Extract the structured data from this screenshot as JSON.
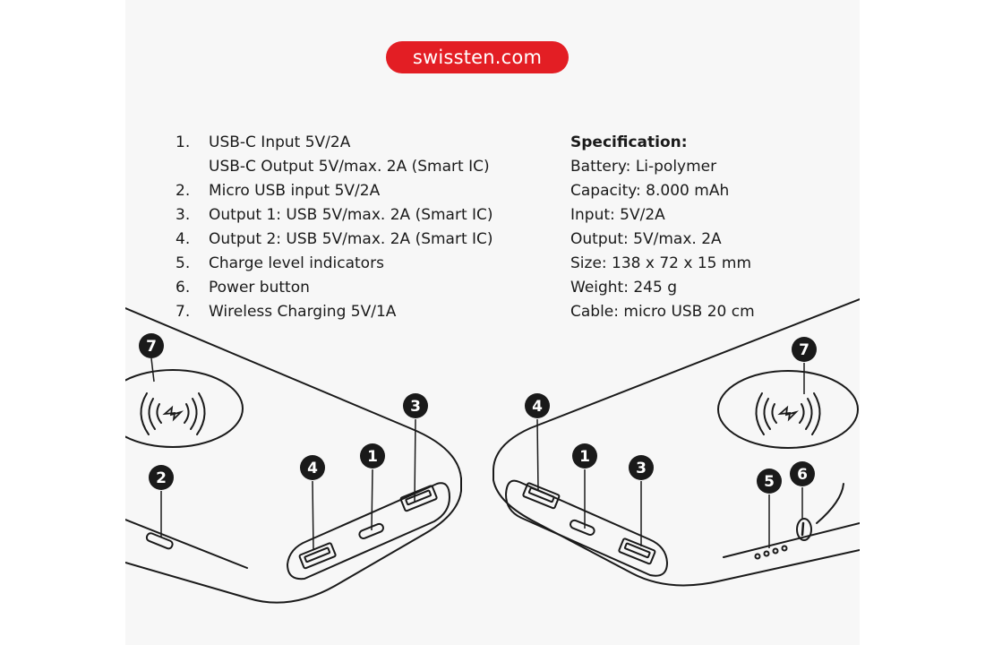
{
  "brand": {
    "label": "swissten.com",
    "color": "#e31e24"
  },
  "features": [
    {
      "num": "1.",
      "text": "USB-C Input 5V/2A",
      "continuation": "USB-C Output 5V/max. 2A (Smart IC)"
    },
    {
      "num": "2.",
      "text": "Micro USB input 5V/2A"
    },
    {
      "num": "3.",
      "text": "Output 1: USB 5V/max. 2A (Smart IC)"
    },
    {
      "num": "4.",
      "text": "Output 2: USB 5V/max. 2A (Smart IC)"
    },
    {
      "num": "5.",
      "text": "Charge level indicators"
    },
    {
      "num": "6.",
      "text": "Power button"
    },
    {
      "num": "7.",
      "text": "Wireless Charging 5V/1A"
    }
  ],
  "specification": {
    "title": "Specification:",
    "rows": [
      "Battery: Li-polymer",
      "Capacity: 8.000 mAh",
      "Input: 5V/2A",
      "Output: 5V/max. 2A",
      "Size: 138 x 72 x 15 mm",
      "Weight: 245 g",
      "Cable: micro USB 20 cm"
    ]
  },
  "callouts": {
    "left": {
      "wireless": "7",
      "micro_usb": "2",
      "usb_output_2": "4",
      "usb_c": "1",
      "usb_output_1": "3"
    },
    "right": {
      "usb_output_2": "4",
      "usb_c": "1",
      "usb_output_1": "3",
      "wireless": "7",
      "indicators": "5",
      "power": "6"
    }
  },
  "icons": [
    "wireless-charging-icon",
    "lightning-icon"
  ]
}
